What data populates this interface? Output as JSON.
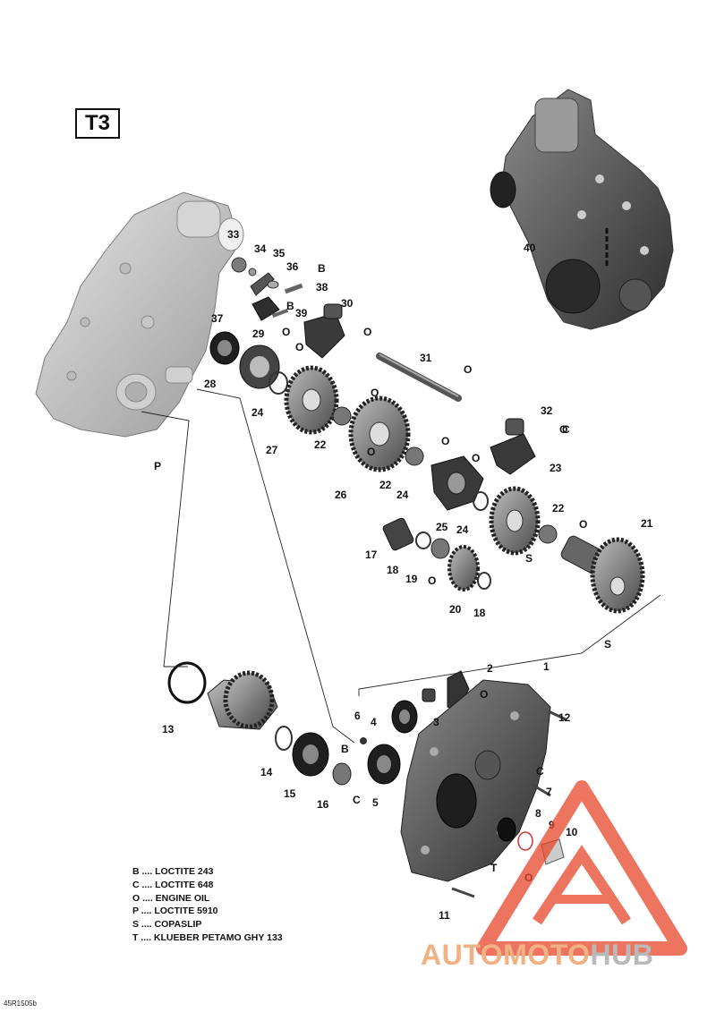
{
  "section_tag": "T3",
  "drawing_ref": "45R1505b",
  "watermark": {
    "part1": "AUTOMOTO",
    "part2": "HUB",
    "color_primary": "#e8472a",
    "color_light": "#f2b183",
    "color_grey": "#b9b9b9"
  },
  "legend": [
    {
      "code": "B",
      "text": "B .... LOCTITE 243"
    },
    {
      "code": "C",
      "text": "C .... LOCTITE 648"
    },
    {
      "code": "O",
      "text": "O .... ENGINE OIL"
    },
    {
      "code": "P",
      "text": "P .... LOCTITE 5910"
    },
    {
      "code": "S",
      "text": "S .... COPASLIP"
    },
    {
      "code": "T",
      "text": "T .... KLUEBER PETAMO GHY 133"
    }
  ],
  "parts": [
    "1",
    "2",
    "3",
    "4",
    "5",
    "6",
    "7",
    "8",
    "9",
    "10",
    "11",
    "12",
    "13",
    "14",
    "15",
    "16",
    "17",
    "18",
    "18",
    "19",
    "20",
    "21",
    "22",
    "22",
    "22",
    "23",
    "24",
    "24",
    "24",
    "25",
    "26",
    "27",
    "28",
    "29",
    "30",
    "31",
    "32",
    "33",
    "34",
    "35",
    "36",
    "37",
    "38",
    "39",
    "40"
  ],
  "lube_marks": [
    "B",
    "B",
    "B",
    "O",
    "O",
    "O",
    "O",
    "O",
    "O",
    "O",
    "O",
    "O",
    "O",
    "O",
    "O",
    "O",
    "P",
    "S",
    "S",
    "C",
    "C",
    "C",
    "T"
  ]
}
